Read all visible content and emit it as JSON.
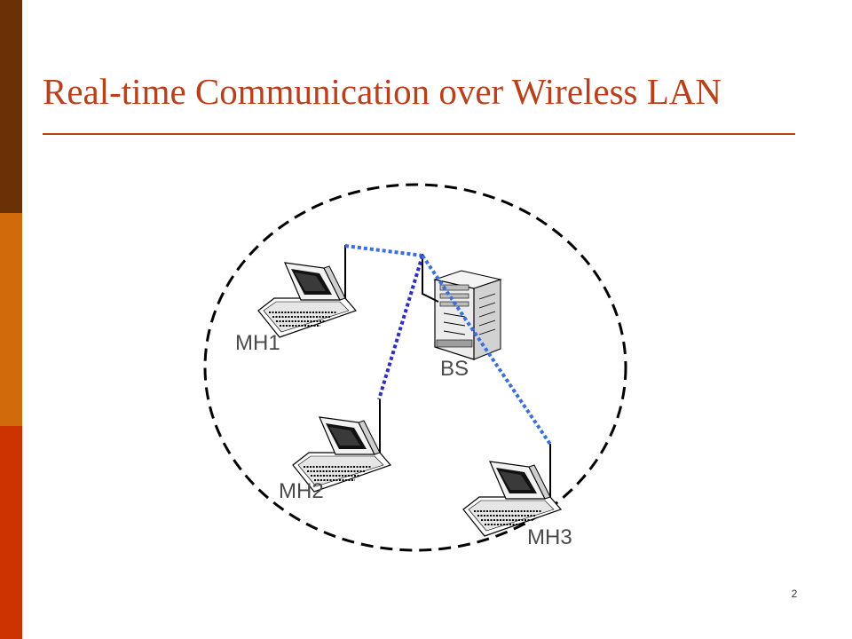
{
  "slide": {
    "title": "Real-time Communication over Wireless LAN",
    "page_number": "2"
  },
  "colors": {
    "title": "#b8401a",
    "rule": "#b8401a",
    "band_top": "#6b3106",
    "band_mid": "#d16a0a",
    "band_bot": "#cc3300",
    "wireless_link": "#3a6fe0",
    "coverage_boundary": "#000000"
  },
  "diagram": {
    "base_station": {
      "label": "BS",
      "icon": "server-tower-icon"
    },
    "mobile_hosts": [
      {
        "label": "MH1",
        "icon": "laptop-icon"
      },
      {
        "label": "MH2",
        "icon": "laptop-icon"
      },
      {
        "label": "MH3",
        "icon": "laptop-icon"
      }
    ],
    "links": [
      {
        "from": "MH1",
        "to": "BS",
        "style": "dotted"
      },
      {
        "from": "MH2",
        "to": "BS",
        "style": "dotted"
      },
      {
        "from": "MH3",
        "to": "BS",
        "style": "dotted"
      }
    ],
    "coverage_area": {
      "shape": "ellipse",
      "style": "dashed"
    }
  }
}
